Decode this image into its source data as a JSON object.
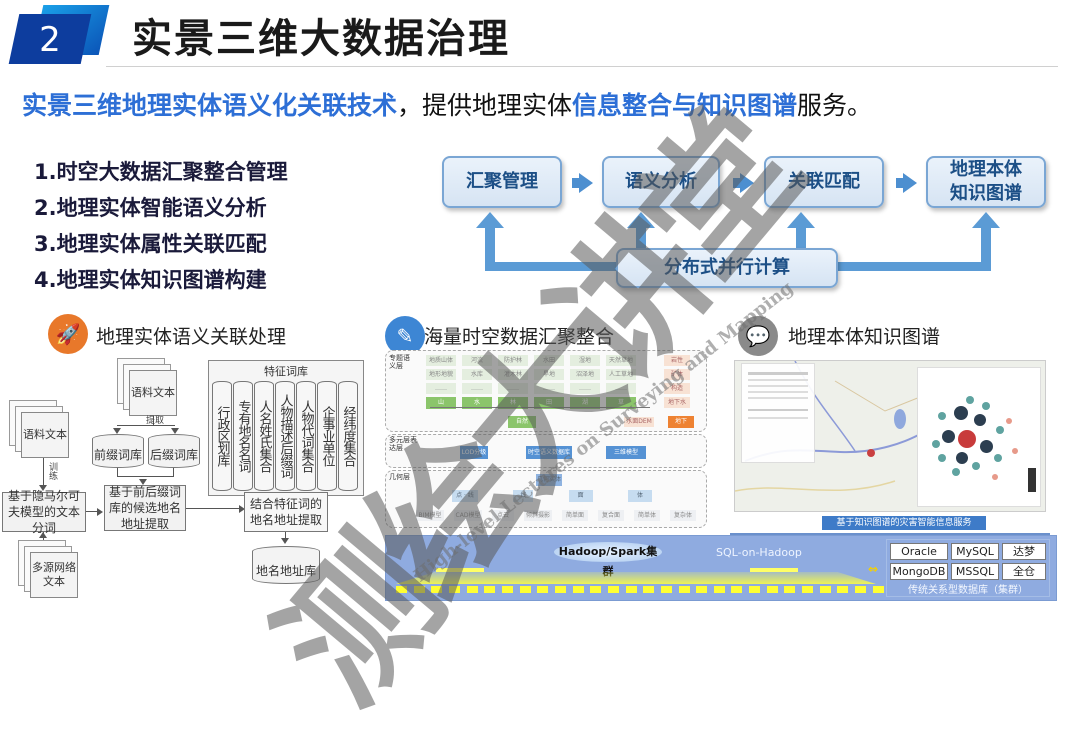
{
  "header": {
    "section_number": "2",
    "title": "实景三维大数据治理"
  },
  "subtitle": {
    "part1_highlight": "实景三维地理实体语义化关联技术",
    "part2": "，提供地理实体",
    "part3_highlight": "信息整合与知识图谱",
    "part4": "服务。"
  },
  "features": [
    "1.时空大数据汇聚整合管理",
    "2.地理实体智能语义分析",
    "3.地理实体属性关联匹配",
    "4.地理实体知识图谱构建"
  ],
  "flow": {
    "steps": [
      "汇聚管理",
      "语义分析",
      "关联匹配",
      "地理本体\n知识图谱"
    ],
    "step4_line1": "地理本体",
    "step4_line2": "知识图谱",
    "base": "分布式并行计算",
    "accent_color": "#5b9bd5"
  },
  "section_left": {
    "title": "地理实体语义关联处理",
    "icon": "rocket-icon",
    "icon_color": "#e8782a",
    "corpus_top": "语料文本",
    "extract_label": "提取",
    "corpus_left": "语料文本",
    "train_label": "训练",
    "prefix_db": "前缀词库",
    "suffix_db": "后缀词库",
    "feature_lib_title": "特征词库",
    "feature_columns": [
      "行政区划库",
      "专有地名名词",
      "人名姓氏集合",
      "人物描述后缀词",
      "人物代词集合",
      "企事业单位",
      "经纬度集合"
    ],
    "hmm_box": "基于隐马尔可夫模型的文本分词",
    "candidate_box": "基于前后缀词库的候选地名地址提取",
    "feature_extract_box": "结合特征词的地名地址提取",
    "multi_source": "多源网络文本",
    "address_db": "地名地址库"
  },
  "section_middle": {
    "title": "海量时空数据汇聚整合",
    "icon": "pencil-icon",
    "icon_color": "#3d86d4",
    "layer_thematic": "专题语义层",
    "layer_multi": "多元层表达层",
    "layer_geometry": "几何层",
    "green_groups": [
      {
        "items": [
          "地质山体",
          "地形地貌",
          "……"
        ],
        "main": "山"
      },
      {
        "items": [
          "河流",
          "水库",
          "……"
        ],
        "main": "水"
      },
      {
        "items": [
          "防护林",
          "灌木林",
          "……"
        ],
        "main": "林"
      },
      {
        "items": [
          "水田",
          "旱地",
          "……"
        ],
        "main": "田"
      },
      {
        "items": [
          "湿地",
          "沼泽地",
          "……"
        ],
        "main": "湖"
      },
      {
        "items": [
          "天然草地",
          "人工草地",
          "……"
        ],
        "main": "草"
      }
    ],
    "orange_items": [
      "岩性",
      "矿体",
      "构造",
      "地下水"
    ],
    "center_node": "自然",
    "dem_label": "水面DEM",
    "orange_main": "地下",
    "blue_nodes": [
      "LOD分级",
      "时空语义数据库",
      "三维模型"
    ],
    "geo_root": "几何实体",
    "geo_mid": [
      "点 · 线",
      "线",
      "面",
      "体"
    ],
    "geo_leaves": [
      "BIM模型",
      "CAD模型",
      "点云",
      "倾斜摄影",
      "简单面",
      "复合面",
      "简单体",
      "复杂体"
    ],
    "hadoop_cluster": "Hadoop/Spark集群",
    "sql_on_hadoop": "SQL-on-Hadoop",
    "databases": [
      "Oracle",
      "MySQL",
      "达梦",
      "MongoDB",
      "MSSQL",
      "全仓"
    ],
    "db_caption": "传统关系型数据库（集群）"
  },
  "section_right": {
    "title": "地理本体知识图谱",
    "icon": "chat-bubble-icon",
    "icon_color": "#8a8a8a",
    "caption": "基于知识图谱的灾害智能信息服务"
  },
  "watermark": {
    "text": "测绘大讲堂",
    "english": "High-level Lectures on Surveying and Mapping"
  }
}
